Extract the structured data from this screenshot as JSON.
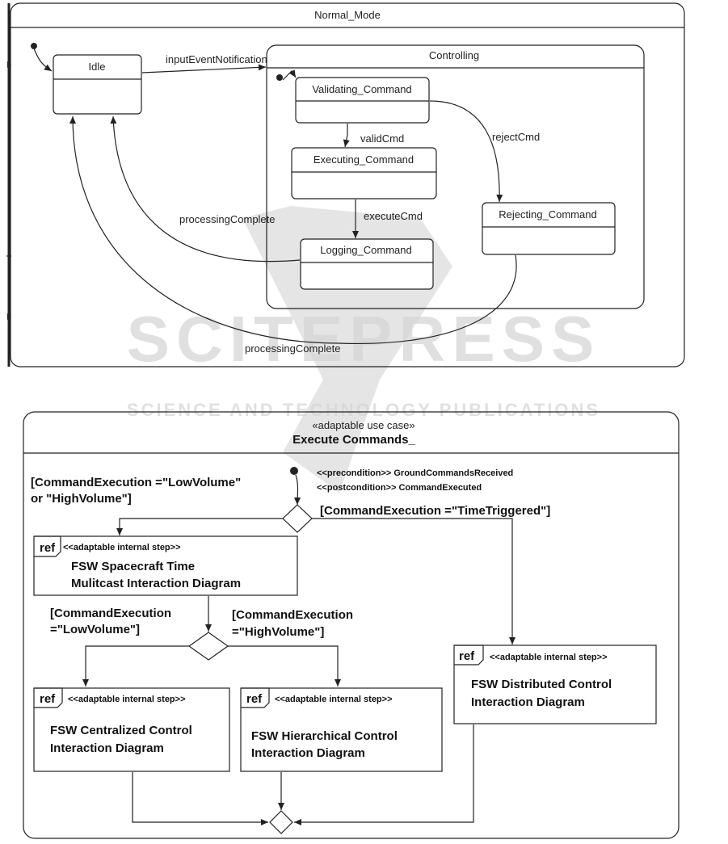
{
  "statechart": {
    "outer_title": "Normal_Mode",
    "idle": "Idle",
    "controlling": "Controlling",
    "validating": "Validating_Command",
    "executing": "Executing_Command",
    "logging": "Logging_Command",
    "rejecting": "Rejecting_Command",
    "t_input": "inputEventNotification",
    "t_valid": "validCmd",
    "t_reject": "rejectCmd",
    "t_execute": "executeCmd",
    "t_processing1": "processingComplete",
    "t_processing2": "processingComplete"
  },
  "activity": {
    "stereotype": "«adaptable use case»",
    "title": "Execute Commands_",
    "precondition": "<<precondition>> GroundCommandsReceived",
    "postcondition": "<<postcondition>> CommandExecuted",
    "guard_low_or_high_1": "[CommandExecution =\"LowVolume\"",
    "guard_low_or_high_2": "or \"HighVolume\"]",
    "guard_time": "[CommandExecution =\"TimeTriggered\"]",
    "guard_low_1": "[CommandExecution",
    "guard_low_2": "=\"LowVolume\"]",
    "guard_high_1": "[CommandExecution",
    "guard_high_2": "=\"HighVolume\"]",
    "ref_tag": "ref",
    "step_stereo": "<<adaptable internal step>>",
    "box1_line1": "FSW Spacecraft Time",
    "box1_line2": "Mulitcast Interaction Diagram",
    "box2_line1": "FSW Centralized Control",
    "box2_line2": "Interaction Diagram",
    "box3_line1": "FSW Hierarchical Control",
    "box3_line2": "Interaction Diagram",
    "box4_line1": "FSW Distributed Control",
    "box4_line2": "Interaction Diagram"
  },
  "watermark": {
    "brand": "SCITEPRESS",
    "tagline": "SCIENCE AND TECHNOLOGY PUBLICATIONS"
  }
}
